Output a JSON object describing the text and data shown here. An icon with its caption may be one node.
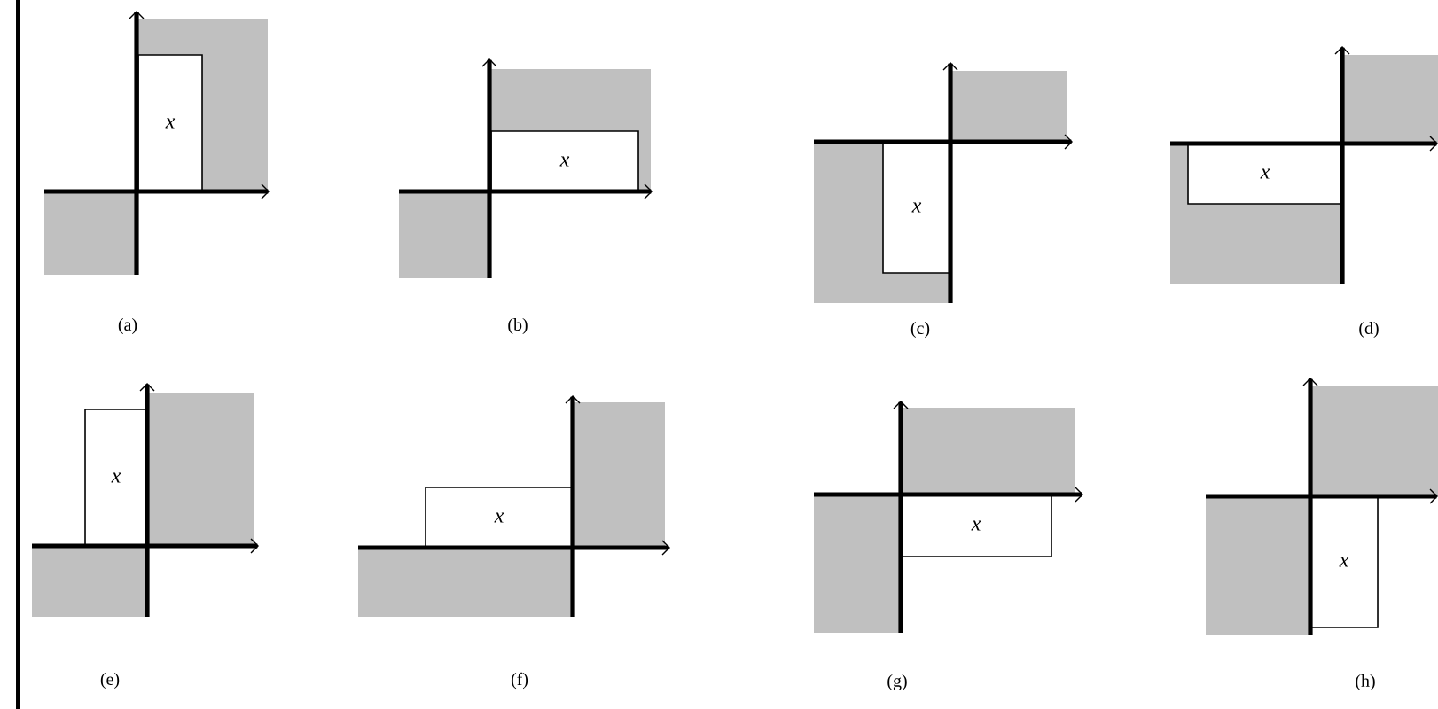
{
  "diagram": {
    "nodes": [
      {
        "text": [
          "x"
        ]
      },
      {
        "text": [
          "x"
        ]
      },
      {
        "text": [
          "x"
        ]
      },
      {
        "text": [
          "x"
        ]
      },
      {
        "text": [
          "x"
        ]
      },
      {
        "text": [
          "x"
        ]
      },
      {
        "text": [
          "x"
        ]
      },
      {
        "text": [
          "x"
        ]
      }
    ],
    "labels": [
      "(a)",
      "(b)",
      "(c)",
      "(d)",
      "(e)",
      "(f)",
      "(g)",
      "(h)"
    ]
  }
}
